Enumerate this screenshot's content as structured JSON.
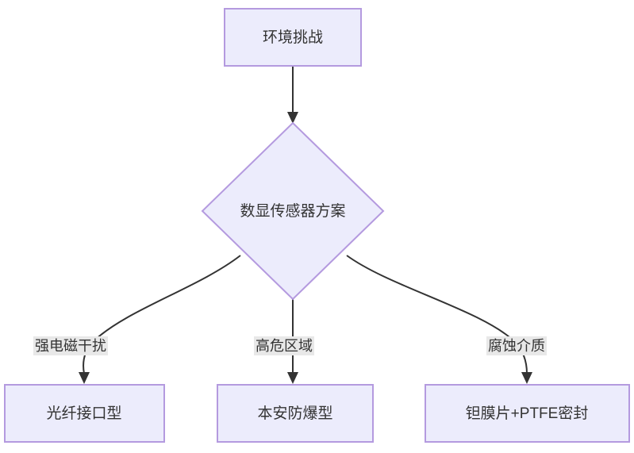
{
  "diagram": {
    "type": "flowchart",
    "direction": "top-down",
    "background_color": "#ffffff",
    "node_fill_color": "#ececfc",
    "node_border_color": "#b49adf",
    "edge_color": "#333333",
    "edge_label_background_color": "#e8e8e8",
    "text_color": "#333333",
    "nodes": [
      {
        "id": "challenge",
        "label": "环境挑战",
        "shape": "rectangle"
      },
      {
        "id": "solution",
        "label": "数显传感器方案",
        "shape": "diamond"
      },
      {
        "id": "option_fiber",
        "label": "光纤接口型",
        "shape": "rectangle"
      },
      {
        "id": "option_explosion",
        "label": "本安防爆型",
        "shape": "rectangle"
      },
      {
        "id": "option_tantalum",
        "label": "钽膜片+PTFE密封",
        "shape": "rectangle"
      }
    ],
    "edges": [
      {
        "from": "challenge",
        "to": "solution",
        "label": ""
      },
      {
        "from": "solution",
        "to": "option_fiber",
        "label": "强电磁干扰"
      },
      {
        "from": "solution",
        "to": "option_explosion",
        "label": "高危区域"
      },
      {
        "from": "solution",
        "to": "option_tantalum",
        "label": "腐蚀介质"
      }
    ]
  }
}
